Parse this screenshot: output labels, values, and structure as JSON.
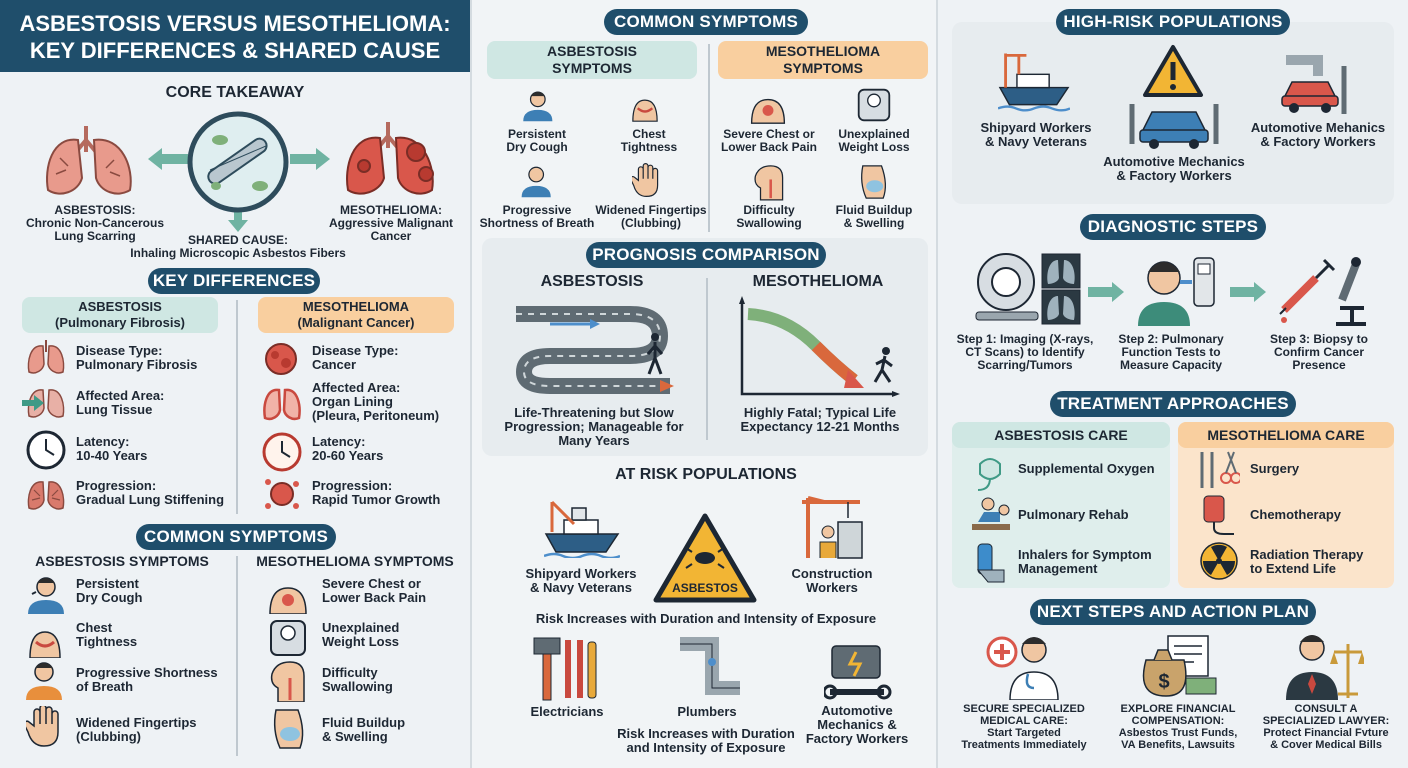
{
  "title": {
    "line1": "ASBESTOSIS VERSUS MESOTHELIOMA:",
    "line2": "KEY DIFFERENCES & SHARED CAUSE"
  },
  "core": {
    "heading": "CORE TAKEAWAY",
    "left_label": "ASBESTOSIS:\nChronic Non-Cancerous\nLung Scarring",
    "right_label": "MESOTHELIOMA:\nAggressive Malignant\nCancer",
    "shared": "SHARED CAUSE:\nInhaling Microscopic Asbestos Fibers"
  },
  "key_differences": {
    "heading": "KEY DIFFERENCES",
    "asb_header": "ASBESTOSIS\n(Pulmonary Fibrosis)",
    "meso_header": "MESOTHELIOMA\n(Malignant Cancer)",
    "asb_items": [
      {
        "label": "Disease Type:\nPulmonary Fibrosis"
      },
      {
        "label": "Affected Area:\nLung Tissue"
      },
      {
        "label": "Latency:\n10-40 Years"
      },
      {
        "label": "Progression:\nGradual Lung Stiffening"
      }
    ],
    "meso_items": [
      {
        "label": "Disease Type:\nCancer"
      },
      {
        "label": "Affected Area:\nOrgan Lining\n(Pleura, Peritoneum)"
      },
      {
        "label": "Latency:\n20-60 Years"
      },
      {
        "label": "Progression:\nRapid Tumor Growth"
      }
    ]
  },
  "common_symptoms_left": {
    "heading": "COMMON SYMPTOMS",
    "asb_title": "ASBESTOSIS SYMPTOMS",
    "meso_title": "MESOTHELIOMA SYMPTOMS",
    "asb_items": [
      "Persistent\nDry Cough",
      "Chest\nTightness",
      "Progressive Shortness\nof Breath",
      "Widened Fingertips\n(Clubbing)"
    ],
    "meso_items": [
      "Severe Chest or\nLower Back Pain",
      "Unexplained\nWeight Loss",
      "Difficulty\nSwallowing",
      "Fluid Buildup\n& Swelling"
    ]
  },
  "common_symptoms_mid": {
    "heading": "COMMON SYMPTOMS",
    "asb_header": "ASBESTOSIS\nSYMPTOMS",
    "meso_header": "MESOTHELIOMA\nSYMPTOMS",
    "asb_items": [
      "Persistent\nDry Cough",
      "Chest\nTightness",
      "Progressive\nShortness of Breath",
      "Widened Fingertips\n(Clubbing)"
    ],
    "meso_items": [
      "Severe Chest or\nLower Back Pain",
      "Unexplained\nWeight Loss",
      "Difficulty\nSwallowing",
      "Fluid Buildup\n& Swelling"
    ]
  },
  "prognosis": {
    "heading": "PROGNOSIS COMPARISON",
    "asb_title": "ASBESTOSIS",
    "meso_title": "MESOTHELIOMA",
    "asb_text": "Life-Threatening but Slow\nProgression; Manageable for\nMany Years",
    "meso_text": "Highly Fatal; Typical Life\nExpectancy 12-21 Months"
  },
  "at_risk": {
    "heading": "AT RISK POPULATIONS",
    "shipyard": "Shipyard Workers\n& Navy Veterans",
    "sign": "ASBESTOS",
    "construction": "Construction\nWorkers",
    "note1": "Risk Increases with Duration and Intensity of Exposure",
    "electricians": "Electricians",
    "plumbers": "Plumbers",
    "mechanics": "Automotive\nMechanics &\nFactory Workers",
    "note2": "Risk Increases with Duration\nand Intensity of Exposure"
  },
  "high_risk": {
    "heading": "HIGH-RISK POPULATIONS",
    "shipyard": "Shipyard Workers\n& Navy Veterans",
    "mechanics_mid": "Automotive Mechanics\n& Factory Workers",
    "mechanics_right": "Automotive Mehanics\n& Factory Workers"
  },
  "diagnostic": {
    "heading": "DIAGNOSTIC STEPS",
    "step1": "Step 1: Imaging (X-rays,\nCT Scans) to Identify\nScarring/Tumors",
    "step2": "Step 2: Pulmonary\nFunction Tests to\nMeasure Capacity",
    "step3": "Step 3: Biopsy to\nConfirm Cancer\nPresence"
  },
  "treatment": {
    "heading": "TREATMENT APPROACHES",
    "asb_header": "ASBESTOSIS CARE",
    "meso_header": "MESOTHELIOMA CARE",
    "asb_items": [
      "Supplemental Oxygen",
      "Pulmonary Rehab",
      "Inhalers for Symptom\nManagement"
    ],
    "meso_items": [
      "Surgery",
      "Chemotherapy",
      "Radiation Therapy\nto Extend Life"
    ]
  },
  "next_steps": {
    "heading": "NEXT STEPS AND ACTION PLAN",
    "care": "SECURE SPECIALIZED\nMEDICAL CARE:\nStart Targeted\nTreatments Immediately",
    "comp": "EXPLORE FINANCIAL\nCOMPENSATION:\nAsbestos Trust Funds,\nVA Benefits, Lawsuits",
    "lawyer": "CONSULT A\nSPECIALIZED LAWYER:\nProtect Financial Fvture\n& Cover Medical Bills"
  },
  "colors": {
    "navy": "#1f4e6b",
    "teal": "#cfe7e3",
    "orange": "#f9cf9f",
    "lung": "#e89a8c",
    "tumor": "#c9493f"
  }
}
